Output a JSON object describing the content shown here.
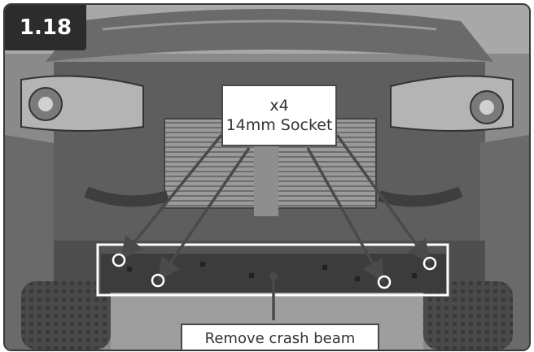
{
  "step": {
    "number": "1.18"
  },
  "callout": {
    "quantity": "x4",
    "tool": "14mm Socket"
  },
  "caption": {
    "text": "Remove crash beam"
  },
  "colors": {
    "badge": "#2c2c2c",
    "arrow": "#4a4a4a",
    "highlight": "#ffffff"
  },
  "icons": {
    "bolt_markers": "bolt-circle-icon"
  }
}
